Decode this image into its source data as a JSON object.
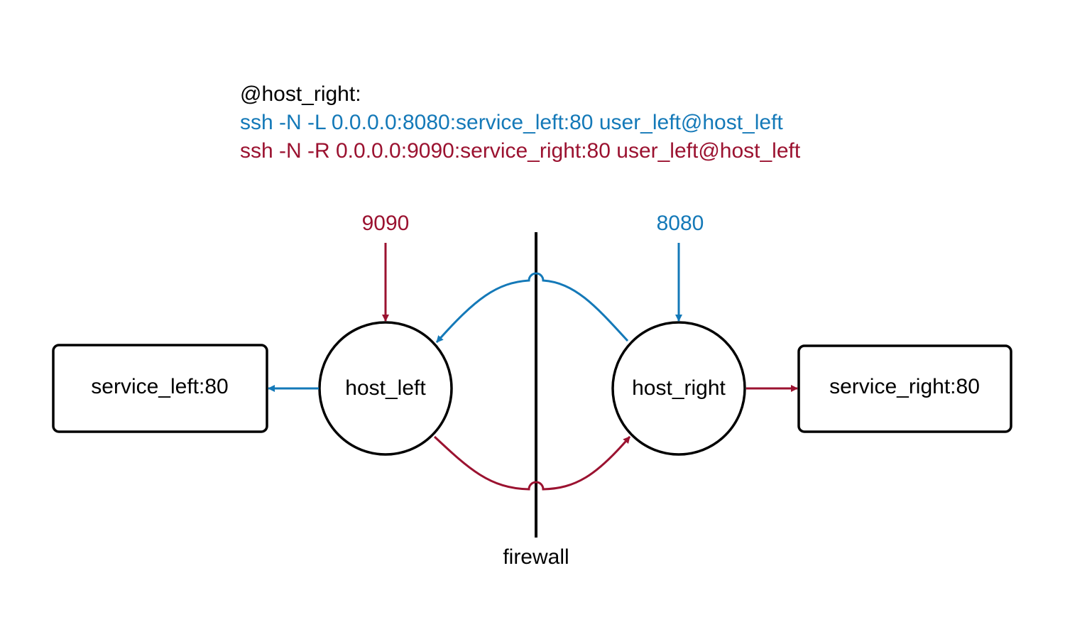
{
  "header": {
    "host_line": "@host_right:",
    "local_command": "ssh -N -L 0.0.0.0:8080:service_left:80 user_left@host_left",
    "remote_command": "ssh -N -R 0.0.0.0:9090:service_right:80 user_left@host_left"
  },
  "nodes": {
    "service_left": "service_left:80",
    "host_left": "host_left",
    "host_right": "host_right",
    "service_right": "service_right:80"
  },
  "ports": {
    "remote_port": "9090",
    "local_port": "8080"
  },
  "firewall_label": "firewall",
  "colors": {
    "local_forward": "#1479b8",
    "remote_forward": "#9b1230",
    "outline": "#000000"
  }
}
